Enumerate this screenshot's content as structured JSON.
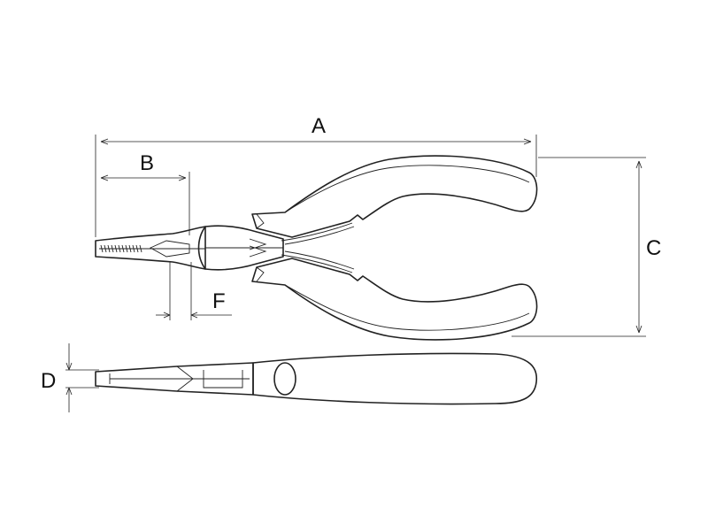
{
  "diagram": {
    "labels": {
      "a": "A",
      "b": "B",
      "c": "C",
      "d": "D",
      "f": "F"
    }
  }
}
